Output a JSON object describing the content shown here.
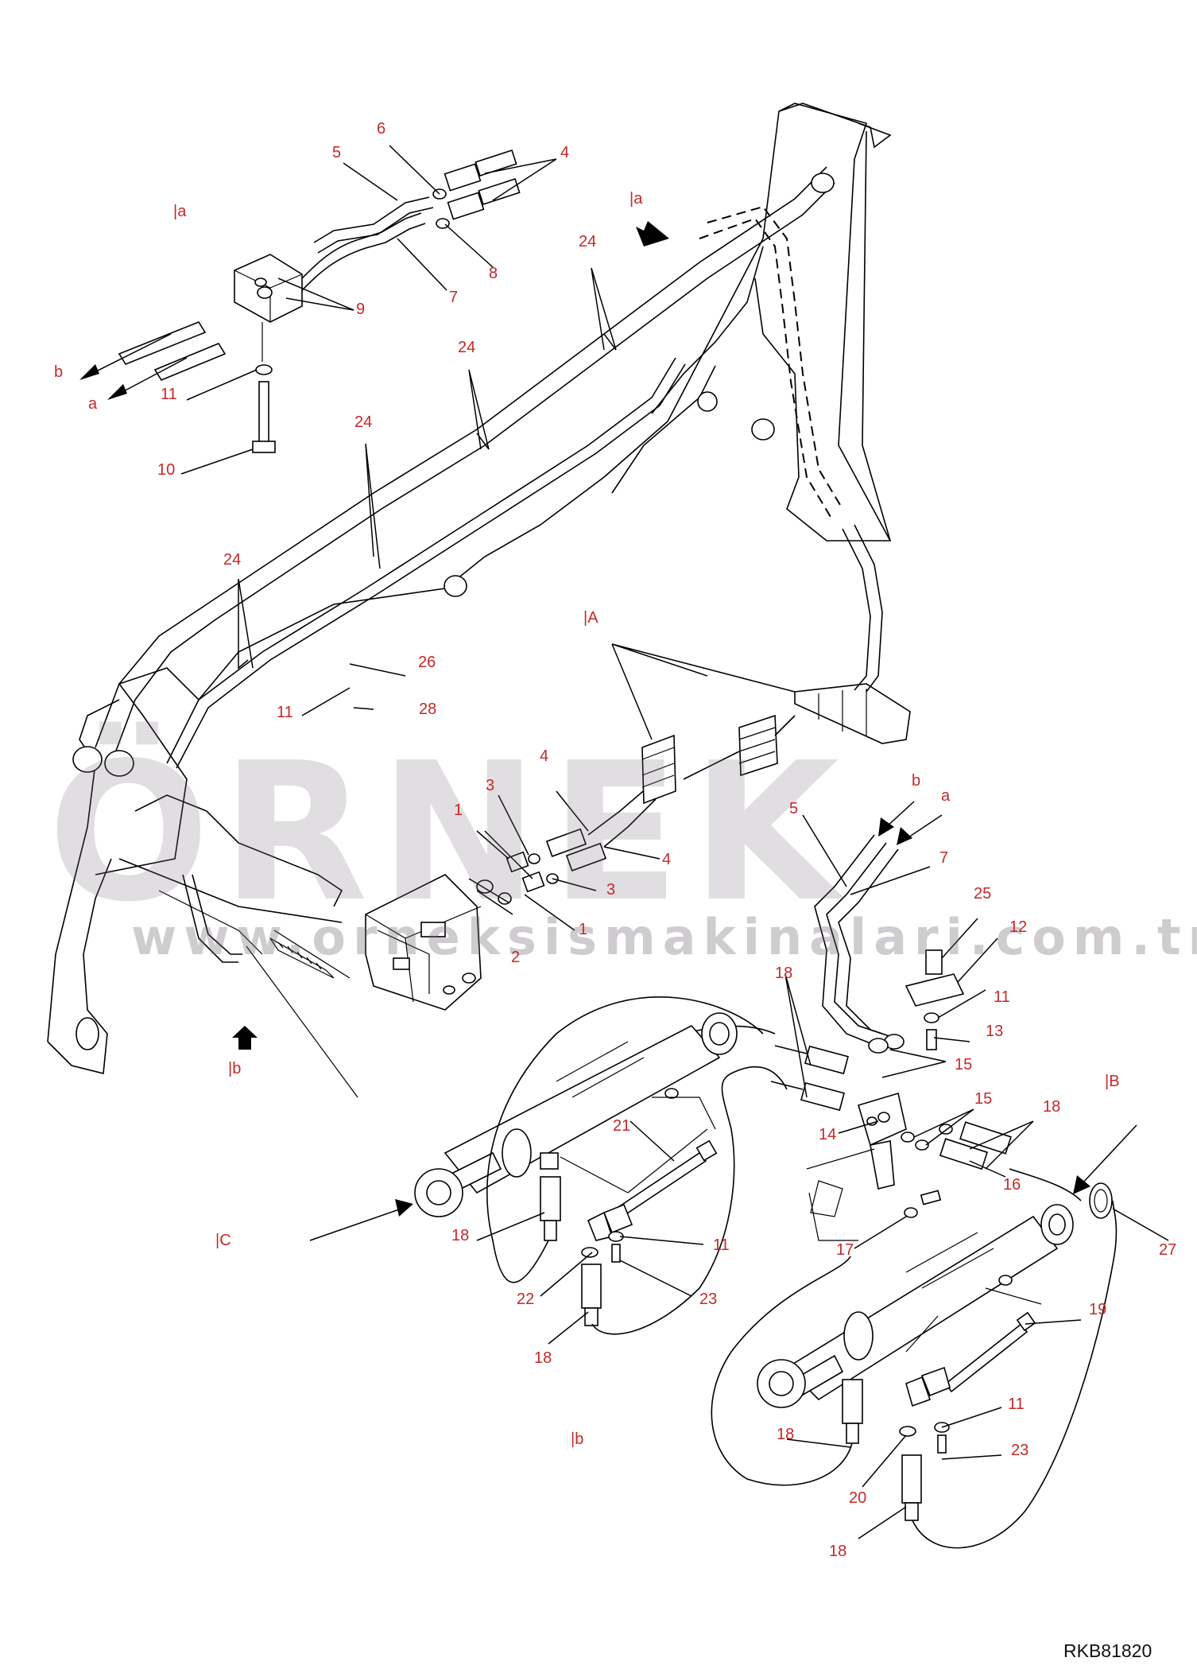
{
  "drawing": {
    "code": "RKB81820",
    "watermark": {
      "brand": "ÖRNEK",
      "url": "www.orneksismakinalari.com.tr"
    },
    "callouts": [
      {
        "id": "c-5-top",
        "text": "5"
      },
      {
        "id": "c-6",
        "text": "6"
      },
      {
        "id": "c-4-top",
        "text": "4"
      },
      {
        "id": "c-8",
        "text": "8"
      },
      {
        "id": "c-7-top",
        "text": "7"
      },
      {
        "id": "c-9",
        "text": "9"
      },
      {
        "id": "c-11-a",
        "text": "11"
      },
      {
        "id": "c-10",
        "text": "10"
      },
      {
        "id": "c-24-a",
        "text": "24"
      },
      {
        "id": "c-24-b",
        "text": "24"
      },
      {
        "id": "c-24-c",
        "text": "24"
      },
      {
        "id": "c-24-d",
        "text": "24"
      },
      {
        "id": "c-26",
        "text": "26"
      },
      {
        "id": "c-11-b",
        "text": "11"
      },
      {
        "id": "c-28",
        "text": "28"
      },
      {
        "id": "c-4-mid-a",
        "text": "4"
      },
      {
        "id": "c-4-mid-b",
        "text": "4"
      },
      {
        "id": "c-3-a",
        "text": "3"
      },
      {
        "id": "c-3-b",
        "text": "3"
      },
      {
        "id": "c-1-a",
        "text": "1"
      },
      {
        "id": "c-1-b",
        "text": "1"
      },
      {
        "id": "c-2",
        "text": "2"
      },
      {
        "id": "c-5-mid",
        "text": "5"
      },
      {
        "id": "c-7-mid",
        "text": "7"
      },
      {
        "id": "c-25",
        "text": "25"
      },
      {
        "id": "c-12",
        "text": "12"
      },
      {
        "id": "c-11-c",
        "text": "11"
      },
      {
        "id": "c-13",
        "text": "13"
      },
      {
        "id": "c-15-a",
        "text": "15"
      },
      {
        "id": "c-15-b",
        "text": "15"
      },
      {
        "id": "c-18-a",
        "text": "18"
      },
      {
        "id": "c-18-b",
        "text": "18"
      },
      {
        "id": "c-14",
        "text": "14"
      },
      {
        "id": "c-16",
        "text": "16"
      },
      {
        "id": "c-17",
        "text": "17"
      },
      {
        "id": "c-27",
        "text": "27"
      },
      {
        "id": "c-21",
        "text": "21"
      },
      {
        "id": "c-18-c",
        "text": "18"
      },
      {
        "id": "c-11-d",
        "text": "11"
      },
      {
        "id": "c-22",
        "text": "22"
      },
      {
        "id": "c-23-a",
        "text": "23"
      },
      {
        "id": "c-18-d",
        "text": "18"
      },
      {
        "id": "c-19",
        "text": "19"
      },
      {
        "id": "c-18-e",
        "text": "18"
      },
      {
        "id": "c-11-e",
        "text": "11"
      },
      {
        "id": "c-23-b",
        "text": "23"
      },
      {
        "id": "c-20",
        "text": "20"
      },
      {
        "id": "c-18-f",
        "text": "18"
      }
    ],
    "references": [
      {
        "id": "r-a-top-left",
        "text": "|a"
      },
      {
        "id": "r-a-top-mid",
        "text": "|a"
      },
      {
        "id": "r-b-left",
        "text": "b"
      },
      {
        "id": "r-a-left",
        "text": "a"
      },
      {
        "id": "r-A",
        "text": "|A"
      },
      {
        "id": "r-b-mid",
        "text": "b"
      },
      {
        "id": "r-a-mid",
        "text": "a"
      },
      {
        "id": "r-b-arm",
        "text": "|b"
      },
      {
        "id": "r-B",
        "text": "|B"
      },
      {
        "id": "r-C",
        "text": "|C"
      },
      {
        "id": "r-b-bottom",
        "text": "|b"
      }
    ]
  }
}
